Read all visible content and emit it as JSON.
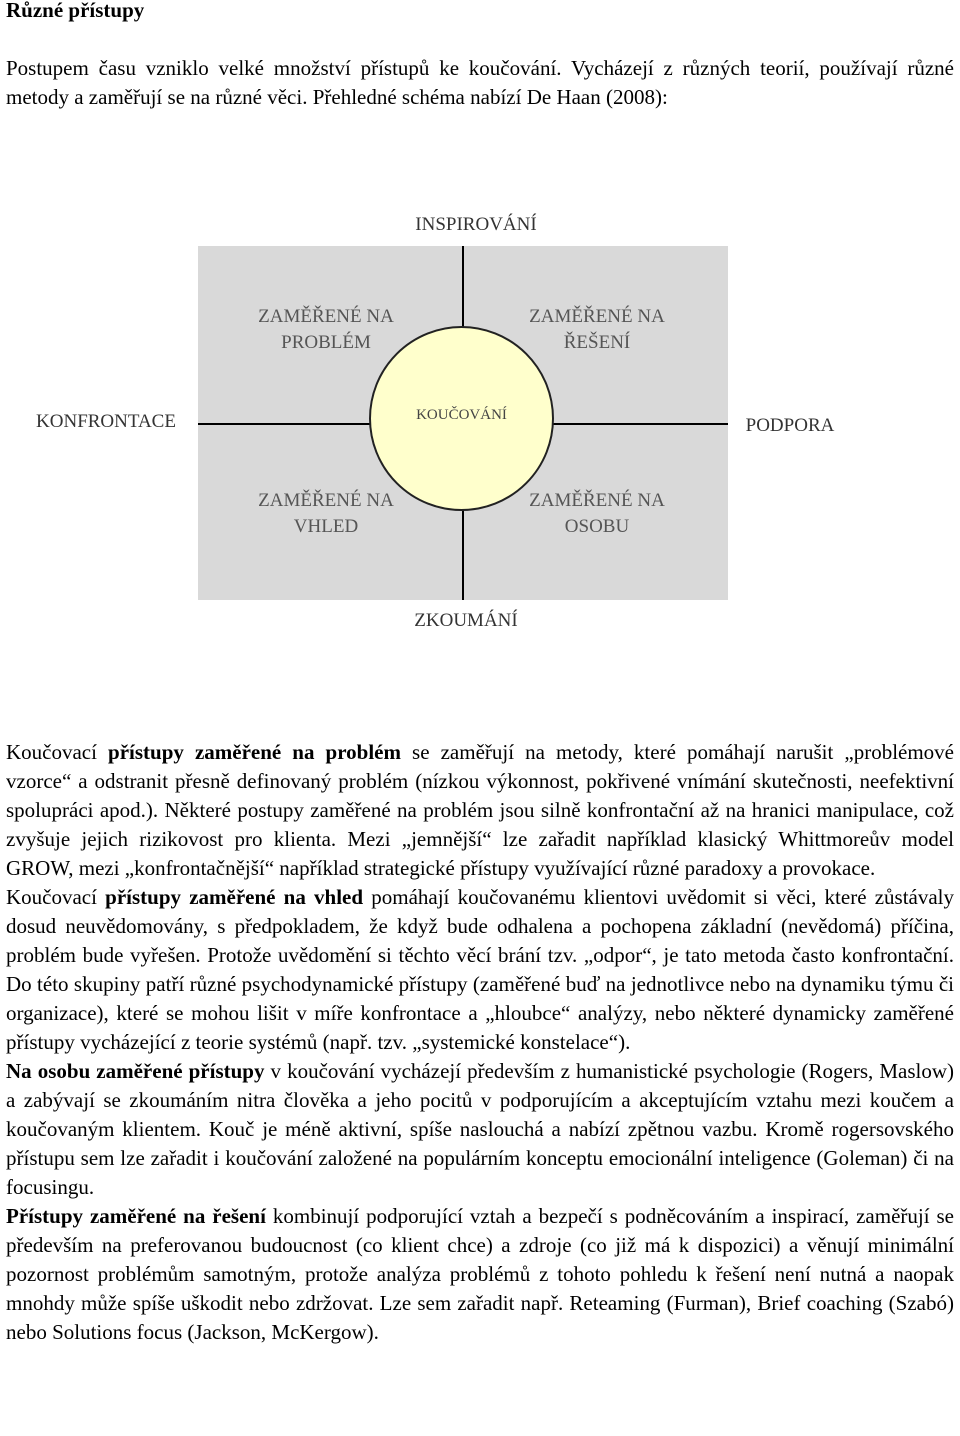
{
  "heading": "Různé přístupy",
  "intro": "Postupem času vzniklo velké množství přístupů ke koučování. Vycházejí z různých teorií, používají různé metody a zaměřují se na různé věci. Přehledné schéma nabízí De Haan (2008):",
  "diagram": {
    "top": "INSPIROVÁNÍ",
    "bottom": "ZKOUMÁNÍ",
    "left": "KONFRONTACE",
    "right": "PODPORA",
    "center": "KOUČOVÁNÍ",
    "q_top_left": [
      "ZAMĚŘENÉ NA",
      "PROBLÉM"
    ],
    "q_top_right": [
      "ZAMĚŘENÉ NA",
      "ŘEŠENÍ"
    ],
    "q_bottom_left": [
      "ZAMĚŘENÉ NA",
      "VHLED"
    ],
    "q_bottom_right": [
      "ZAMĚŘENÉ NA",
      "OSOBU"
    ]
  },
  "paragraphs": [
    {
      "pre": "Koučovací ",
      "bold": "přístupy zaměřené na problém",
      "post": " se zaměřují na metody, které pomáhají narušit „problémové vzorce“ a odstranit přesně definovaný problém (nízkou výkonnost, pokřivené vnímání skutečnosti, neefektivní spolupráci apod.). Některé postupy zaměřené na problém jsou silně konfrontační až na hranici manipulace, což zvyšuje jejich rizikovost pro klienta. Mezi „jemnější“ lze zařadit například klasický Whittmoreův model GROW, mezi „konfrontačnější“ například strategické přístupy využívající různé paradoxy a provokace."
    },
    {
      "pre": "Koučovací ",
      "bold": "přístupy zaměřené na vhled",
      "post": " pomáhají koučovanému klientovi uvědomit si věci, které zůstávaly dosud neuvědomovány, s předpokladem, že když bude odhalena a pochopena základní (nevědomá) příčina, problém bude vyřešen. Protože uvědomění si těchto věcí brání tzv. „odpor“, je tato metoda často konfrontační. Do této skupiny patří různé psychodynamické přístupy (zaměřené buď na jednotlivce nebo na dynamiku týmu či organizace), které se mohou lišit v míře konfrontace a „hloubce“ analýzy, nebo některé dynamicky zaměřené přístupy vycházející z teorie systémů (např. tzv. „systemické konstelace“)."
    },
    {
      "pre": "",
      "bold": "Na osobu zaměřené přístupy",
      "post": " v koučování vycházejí především z humanistické psychologie (Rogers, Maslow) a zabývají se zkoumáním nitra člověka a jeho pocitů v podporujícím a akceptujícím vztahu mezi koučem a koučovaným klientem. Kouč je méně aktivní, spíše naslouchá a nabízí zpětnou vazbu. Kromě rogersovského přístupu sem lze zařadit i koučování založené na populárním konceptu emocionální inteligence (Goleman) či na focusingu."
    },
    {
      "pre": "",
      "bold": "Přístupy zaměřené na řešení",
      "post": " kombinují podporující vztah a bezpečí s podněcováním a inspirací, zaměřují se především na preferovanou budoucnost (co klient chce) a zdroje (co již má k dispozici) a věnují minimální pozornost problémům samotným, protože analýza problémů z tohoto pohledu k řešení není nutná a naopak mnohdy může spíše uškodit nebo zdržovat. Lze sem zařadit např. Reteaming (Furman), Brief coaching (Szabó) nebo Solutions focus (Jackson, McKergow)."
    }
  ]
}
